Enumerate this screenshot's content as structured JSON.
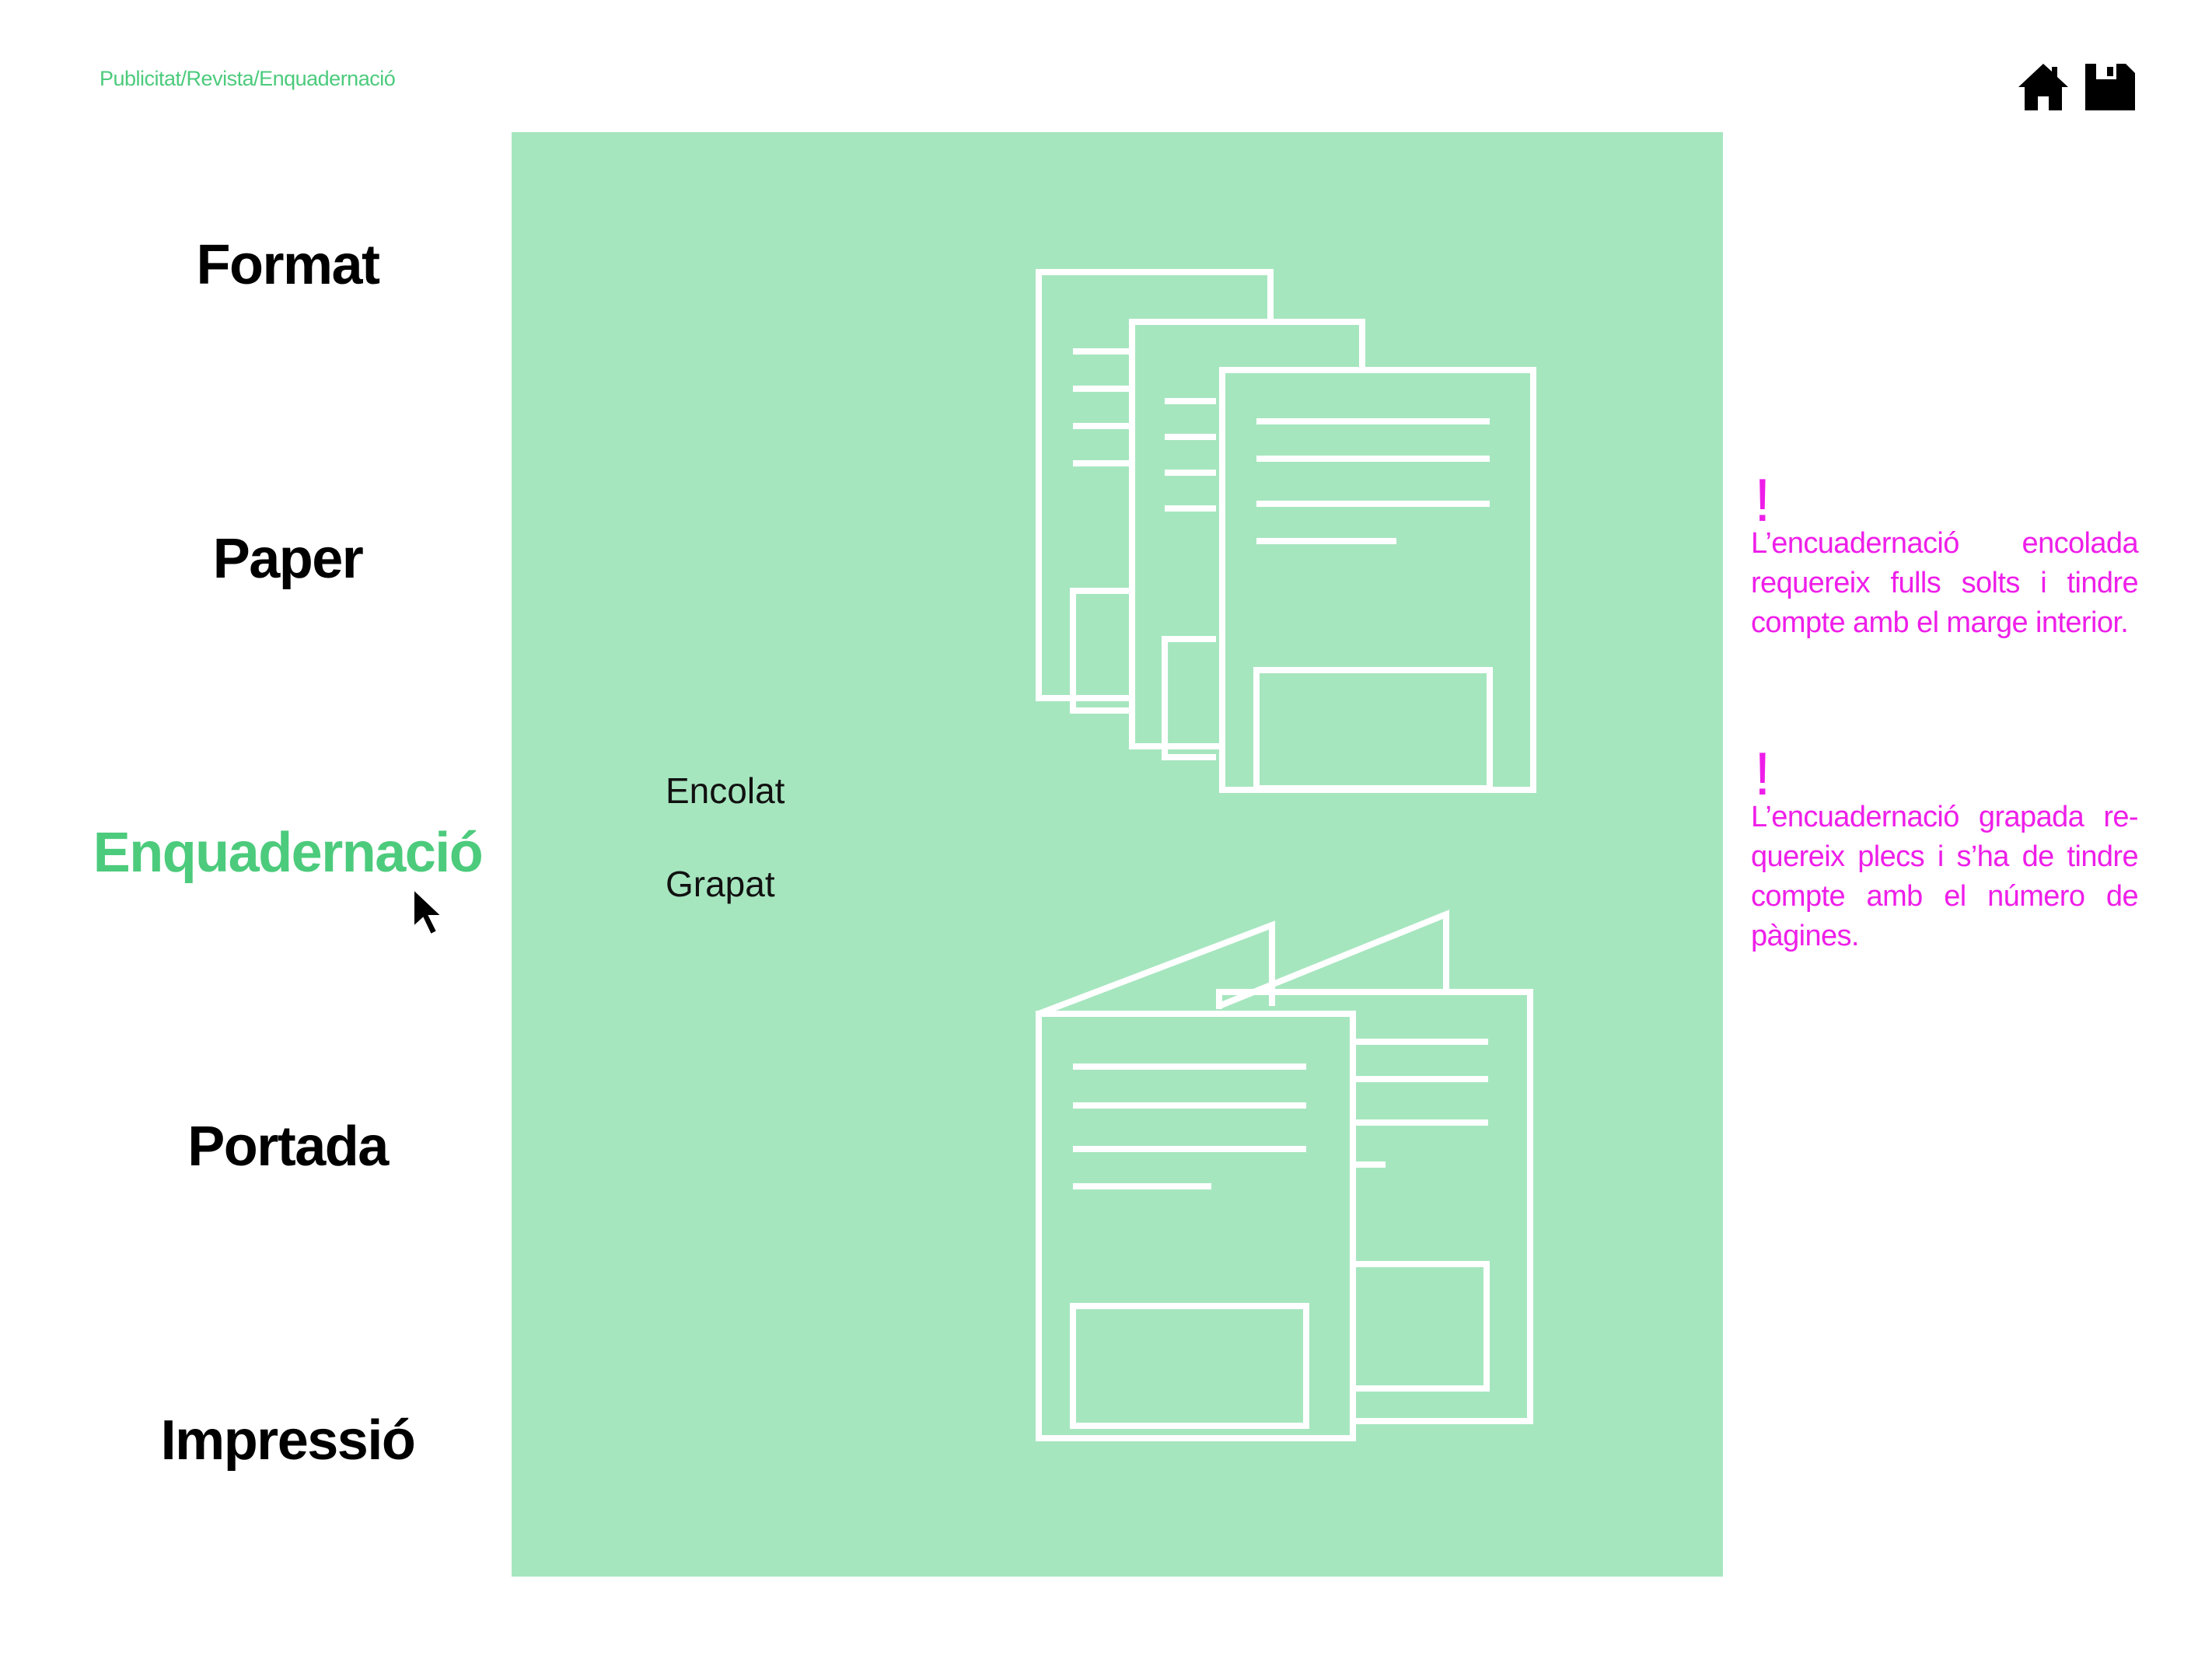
{
  "breadcrumb": "Publicitat/Revista/Enquadernació",
  "toolbar": {
    "home_icon": "home-icon",
    "save_icon": "save-icon"
  },
  "sidebar": {
    "items": [
      {
        "label": "Format",
        "active": false
      },
      {
        "label": "Paper",
        "active": false
      },
      {
        "label": "Enquadernació",
        "active": true
      },
      {
        "label": "Portada",
        "active": false
      },
      {
        "label": "Impressió",
        "active": false
      }
    ]
  },
  "panel": {
    "options": [
      {
        "label": "Encolat"
      },
      {
        "label": "Grapat"
      }
    ],
    "illustrations": [
      "glued-binding-icon",
      "stapled-binding-icon"
    ]
  },
  "notes": [
    {
      "mark": "!",
      "text": "L’encuadernació encolada requereix fulls solts i tindre compte amb el marge interior."
    },
    {
      "mark": "!",
      "text": "L’encuadernació grapada re-quereix plecs i s’ha de tindre compte amb el número de pàgines."
    }
  ],
  "colors": {
    "accent": "#4ccb7c",
    "panel_bg": "#a6e6bf",
    "note": "#ee1ee9",
    "text": "#000000"
  }
}
